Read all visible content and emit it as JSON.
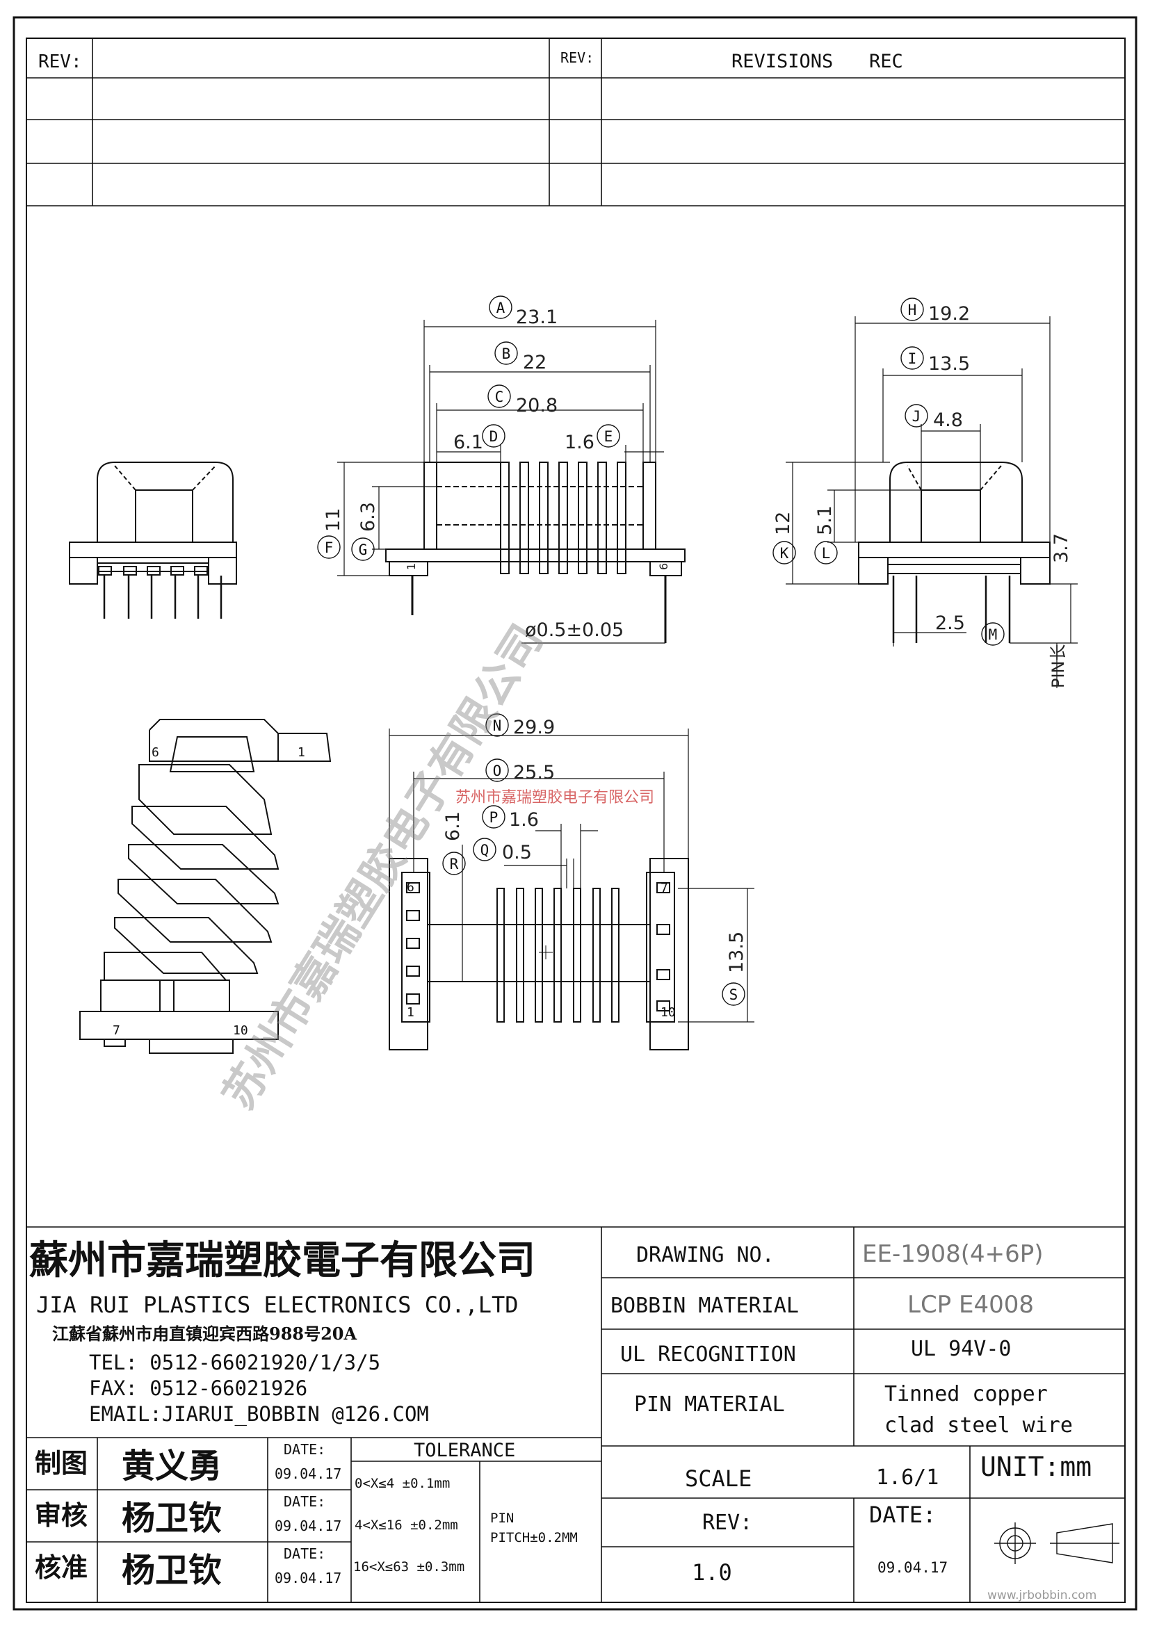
{
  "revision_block": {
    "rev_label_left": "REV:",
    "rev_label_right": "REV:",
    "revisions_label": "REVISIONS",
    "rec_label": "REC"
  },
  "watermarks": {
    "diagonal_company": "苏州市嘉瑞塑胶电子有限公司",
    "company_small": "苏州市嘉瑞塑胶电子有限公司",
    "website": "www.jrbobbin.com"
  },
  "dimensions": {
    "A": {
      "letter": "A",
      "value": "23.1"
    },
    "B": {
      "letter": "B",
      "value": "22"
    },
    "C": {
      "letter": "C",
      "value": "20.8"
    },
    "D": {
      "letter": "D",
      "value": "6.1"
    },
    "E": {
      "letter": "E",
      "value": "1.6"
    },
    "F": {
      "letter": "F",
      "value": "11"
    },
    "G": {
      "letter": "G",
      "value": "6.3"
    },
    "H": {
      "letter": "H",
      "value": "19.2"
    },
    "I": {
      "letter": "I",
      "value": "13.5"
    },
    "J": {
      "letter": "J",
      "value": "4.8"
    },
    "K": {
      "letter": "K",
      "value": "12"
    },
    "L": {
      "letter": "L",
      "value": "5.1"
    },
    "M": {
      "letter": "M",
      "value": "2.5"
    },
    "N": {
      "letter": "N",
      "value": "29.9"
    },
    "O": {
      "letter": "O",
      "value": "25.5"
    },
    "P": {
      "letter": "P",
      "value": "1.6"
    },
    "Q": {
      "letter": "Q",
      "value": "0.5"
    },
    "R": {
      "letter": "R",
      "value": "6.1"
    },
    "S": {
      "letter": "S",
      "value": "13.5"
    },
    "pin_diameter": "ø0.5±0.05",
    "pin_height": "3.7",
    "pin_length_label": "PIN长",
    "small_1": "1",
    "small_6": "6"
  },
  "pin_numbers": {
    "p1": "1",
    "p6": "6",
    "p7": "7",
    "p10": "10",
    "t6": "6",
    "t7": "7",
    "t1": "1",
    "t10": "10"
  },
  "company": {
    "name_cn": "蘇州市嘉瑞塑胶電子有限公司",
    "name_en": "JIA RUI PLASTICS ELECTRONICS CO.,LTD",
    "address": "江蘇省蘇州市甪直镇迎宾西路988号20A",
    "tel": "TEL: 0512-66021920/1/3/5",
    "fax": "FAX: 0512-66021926",
    "email": "EMAIL:JIARUI_BOBBIN @126.COM"
  },
  "specs": {
    "drawing_no_label": "DRAWING  NO.",
    "drawing_no_value": "EE-1908(4+6P)",
    "bobbin_material_label": "BOBBIN  MATERIAL",
    "bobbin_material_value": "LCP  E4008",
    "ul_label": "UL RECOGNITION",
    "ul_value": "UL 94V-0",
    "pin_material_label": "PIN MATERIAL",
    "pin_material_value_1": "Tinned copper",
    "pin_material_value_2": "clad steel wire",
    "scale_label": "SCALE",
    "scale_value": "1.6/1",
    "unit": "UNIT:mm",
    "rev_label": "REV:",
    "rev_value": "1.0",
    "date_label": "DATE:",
    "date_value": "09.04.17"
  },
  "approvals": [
    {
      "role": "制图",
      "name": "黄义勇",
      "date_label": "DATE:",
      "date": "09.04.17"
    },
    {
      "role": "审核",
      "name": "杨卫钦",
      "date_label": "DATE:",
      "date": "09.04.17"
    },
    {
      "role": "核准",
      "name": "杨卫钦",
      "date_label": "DATE:",
      "date": "09.04.17"
    }
  ],
  "tolerance": {
    "title": "TOLERANCE",
    "rows": [
      "0<X≤4  ±0.1mm",
      "4<X≤16 ±0.2mm",
      "16<X≤63 ±0.3mm"
    ],
    "pin_label": "PIN",
    "pin_pitch": "PITCH±0.2MM"
  }
}
